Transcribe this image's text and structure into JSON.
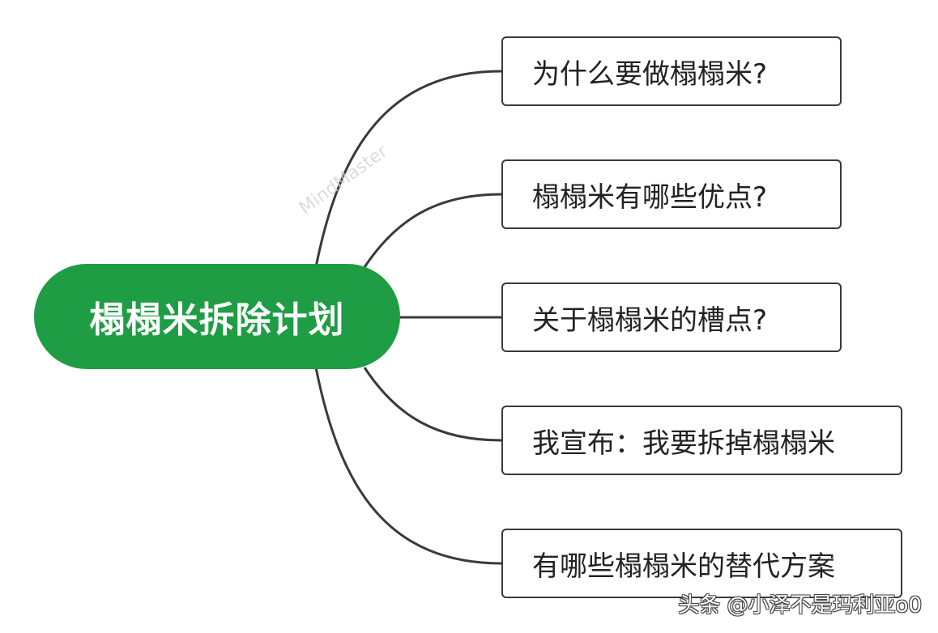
{
  "root": {
    "label": "榻榻米拆除计划",
    "color": "#1f9d45"
  },
  "branches": [
    {
      "label": "为什么要做榻榻米?"
    },
    {
      "label": "榻榻米有哪些优点?"
    },
    {
      "label": "关于榻榻米的槽点?"
    },
    {
      "label": "我宣布：我要拆掉榻榻米"
    },
    {
      "label": "有哪些榻榻米的替代方案"
    }
  ],
  "watermark": "MindMaster",
  "credit": "头条 @小泽不是玛利亚o0"
}
